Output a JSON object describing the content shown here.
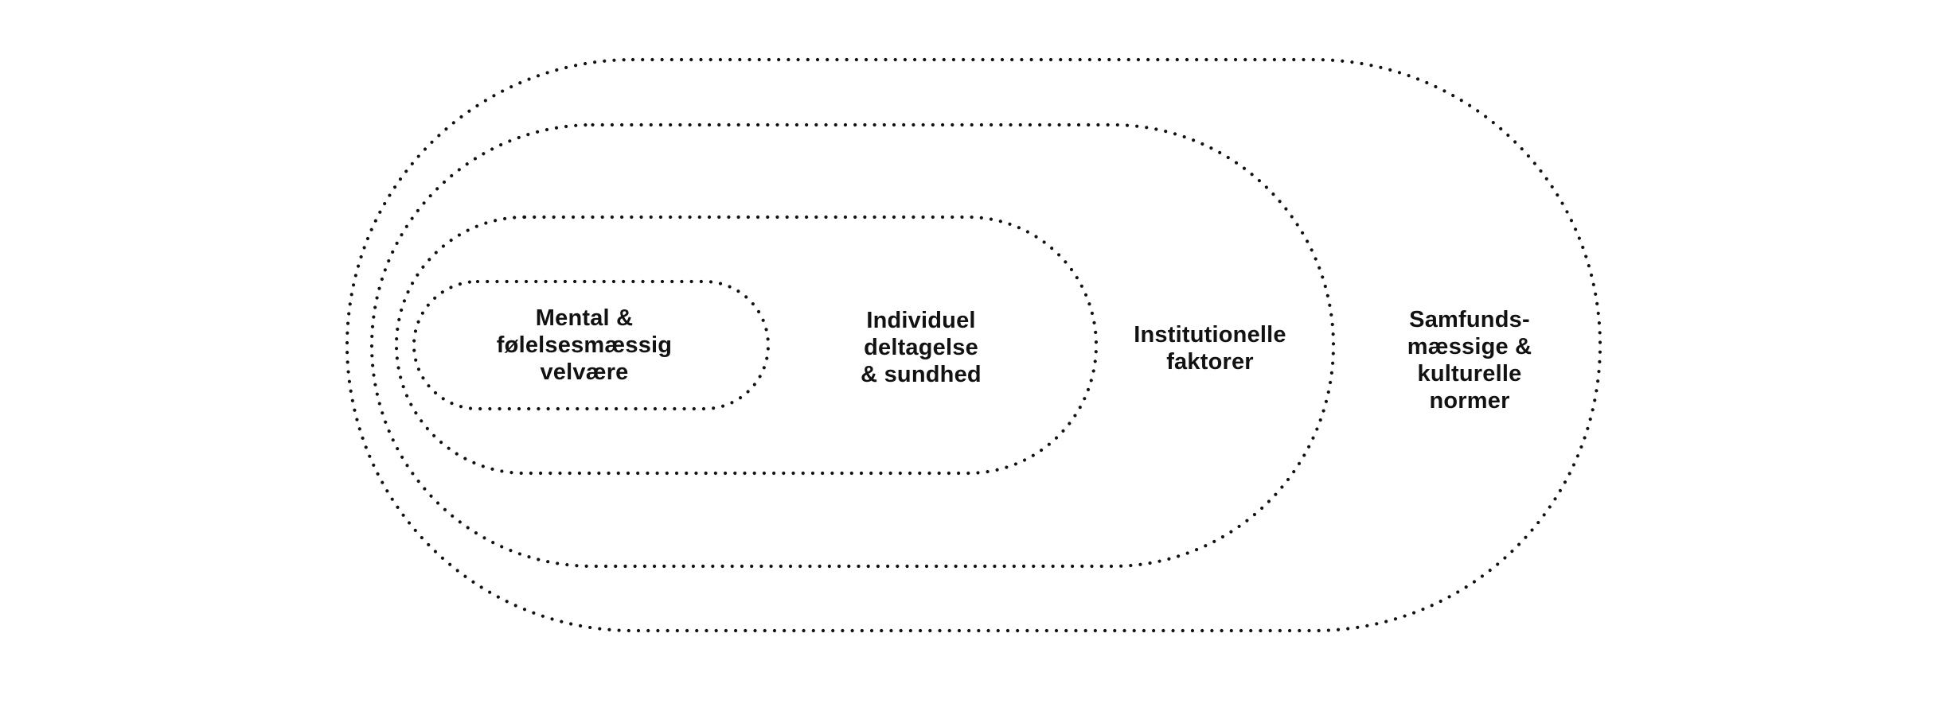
{
  "colors": {
    "outline": "#121212",
    "text": "#121212",
    "background": "#ffffff"
  },
  "diagram": {
    "type": "nested-rings-model",
    "rings": [
      {
        "id": "mental-emotional-wellbeing",
        "label_lines": [
          "Mental &",
          "følelsesmæssig",
          "velvære"
        ]
      },
      {
        "id": "individual-participation-health",
        "label_lines": [
          "Individuel",
          "deltagelse",
          "& sundhed"
        ]
      },
      {
        "id": "institutional-factors",
        "label_lines": [
          "Institutionelle",
          "faktorer"
        ]
      },
      {
        "id": "societal-cultural-norms",
        "label_lines": [
          "Samfunds-",
          "mæssige &",
          "kulturelle",
          "normer"
        ]
      }
    ]
  }
}
